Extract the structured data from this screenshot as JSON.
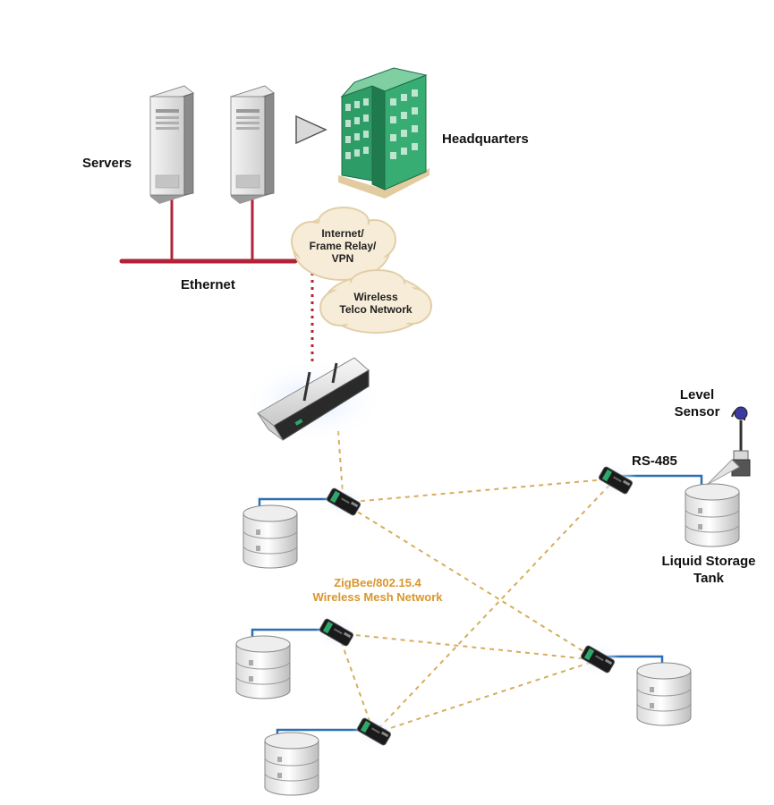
{
  "labels": {
    "servers": "Servers",
    "headquarters": "Headquarters",
    "ethernet": "Ethernet",
    "internet_cloud": [
      "Internet/",
      "Frame Relay/",
      "VPN"
    ],
    "wireless_cloud": [
      "Wireless",
      "Telco Network"
    ],
    "level_sensor": [
      "Level",
      "Sensor"
    ],
    "rs485": "RS-485",
    "liquid_storage_tank": [
      "Liquid Storage",
      "Tank"
    ],
    "mesh_network": [
      "ZigBee/802.15.4",
      "Wireless Mesh Network"
    ]
  },
  "colors": {
    "ethernet": "#b0243a",
    "mesh_link": "#d6ad5e",
    "rs485_link": "#2c6fb5",
    "building": "#2e9c66",
    "server": "#e6e6e6",
    "cloud": "#f6ecd7",
    "mesh_label": "#d9962c"
  },
  "icons": {
    "server": "server-tower-icon",
    "headquarters": "office-building-icon",
    "gateway": "wireless-gateway-icon",
    "node": "zigbee-node-icon",
    "tank": "storage-tank-icon",
    "sensor": "level-sensor-icon"
  }
}
